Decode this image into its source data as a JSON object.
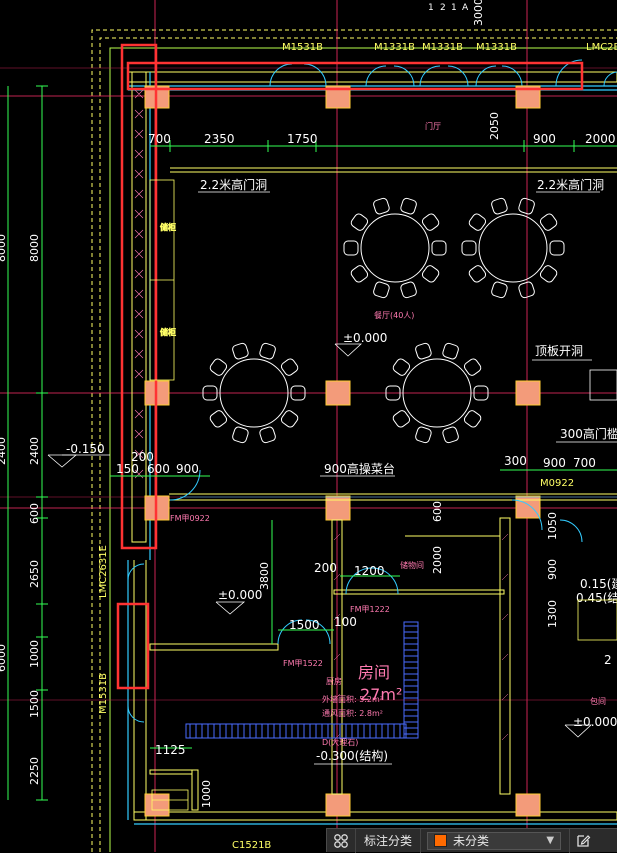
{
  "drawing": {
    "dims_top_row": [
      "700",
      "2350",
      "1750",
      "900",
      "2000"
    ],
    "dim_2050": "2050",
    "dim_3000": "3000",
    "left_dims": [
      "8000",
      "2400",
      "600",
      "2650",
      "1000",
      "1500",
      "2250"
    ],
    "far_left_dim": "6000",
    "door_labels_top": [
      "M1531B",
      "M1331B",
      "M1331B",
      "M1331B"
    ],
    "door_label_right_top": "LMC2B",
    "hall_label": "门厅",
    "door_height_labels": [
      "2.2米高门洞",
      "2.2米高门洞"
    ],
    "dining_label": "餐厅(40人)",
    "level_0_main": "±0.000",
    "stair_label": "顶板开洞",
    "door_300_label": "300高门槛",
    "dims_right_row": [
      "300",
      "900",
      "700"
    ],
    "level_minus_0150": "-0.150",
    "dims_mid_left": [
      "200",
      "150",
      "600",
      "900"
    ],
    "bar_label": "900高操菜台",
    "door_fm0922_left": "FM甲0922",
    "door_m0922_right": "M0922",
    "dim_600_vertical": "600",
    "dim_2000_vertical": "2000",
    "dims_right_vertical": [
      "1300",
      "900",
      "1050"
    ],
    "right_levels": [
      "0.15(建",
      "0.45(结"
    ],
    "cab_labels": [
      "储柜",
      "储柜"
    ],
    "level_0_left": "±0.000",
    "dim_3800": "3800",
    "dim_200": "200",
    "dim_1200": "1200",
    "label_storage": "储物间",
    "door_fm1222": "FM甲1222",
    "dim_1500": "1500",
    "dim_100": "100",
    "door_fm1522": "FM甲1522",
    "room_name": "房间",
    "room_area": "27m²",
    "room_notes": [
      "厨房",
      "外墙面积: 5.2m²",
      "通风面积: 2.8m²"
    ],
    "level_minus_0300": "-0.300(结构)",
    "level_0_right": "±0.000",
    "small_labels": [
      "2",
      "包间",
      "LMC2631E",
      "M1531B"
    ],
    "dim_1125": "1125",
    "dim_1000_v": "1000",
    "window_label": "C1521B",
    "label_kitchen_bottom": "D(大理石)",
    "top_axis_labels": [
      "1",
      "2",
      "1",
      "A"
    ]
  },
  "toolbar": {
    "label": "标注分类",
    "select_value": "未分类",
    "swatch_color": "#ff6a00"
  }
}
